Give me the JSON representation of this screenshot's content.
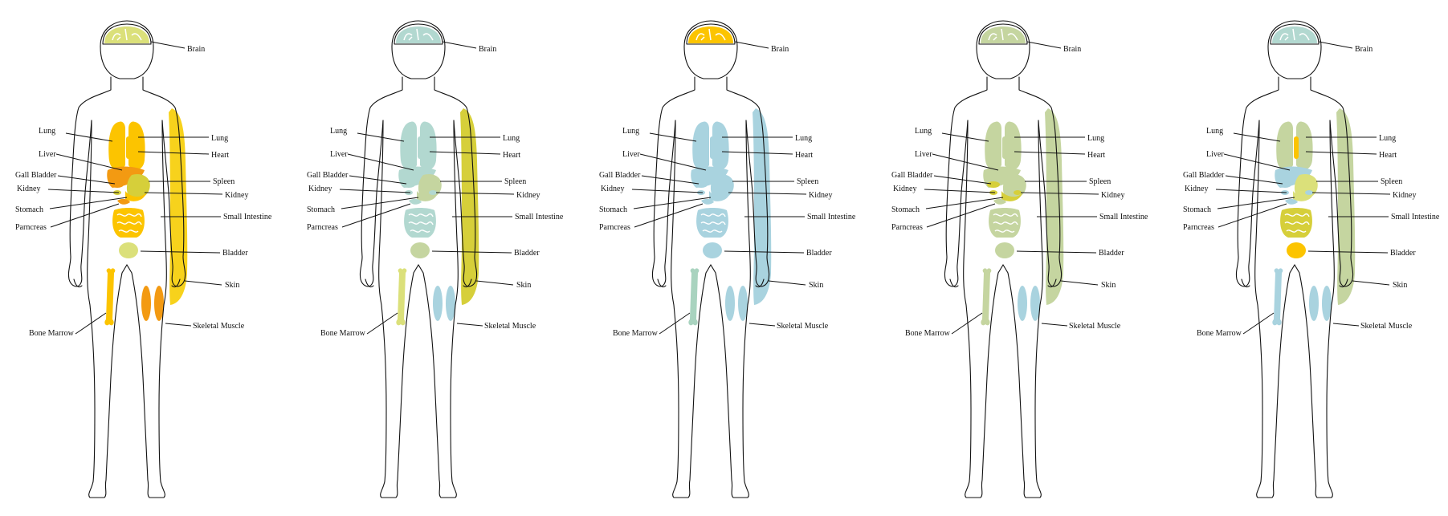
{
  "colors": {
    "orange": "#f39a12",
    "gold": "#fcc400",
    "yellow": "#f7d21c",
    "olive": "#d6cf3a",
    "lime": "#dbe07a",
    "green": "#c5d5a0",
    "sage": "#a9d3bf",
    "teal": "#b2d8d0",
    "blue": "#a9d3df",
    "outline": "#111111"
  },
  "figures": [
    {
      "labels": {
        "brain": "Brain",
        "lung_left": "Lung",
        "lung_right": "Lung",
        "heart": "Heart",
        "liver": "Liver",
        "gall_bladder": "Gall Bladder",
        "spleen": "Spleen",
        "kidney_left": "Kidney",
        "kidney_right": "Kidney",
        "stomach": "Stomach",
        "pancreas": "Parncreas",
        "small_intestine": "Small Intestine",
        "bladder": "Bladder",
        "skin": "Skin",
        "bone_marrow": "Bone Marrow",
        "skeletal_muscle": "Skeletal Muscle"
      },
      "organ_colors": {
        "brain": "lime",
        "lungs": "gold",
        "heart": "gold",
        "liver": "orange",
        "gall_bladder": "orange",
        "spleen": "olive",
        "kidney": "olive",
        "stomach": "gold",
        "pancreas": "orange",
        "intestine": "gold",
        "bladder": "lime",
        "skin": "yellow",
        "bone": "gold",
        "muscle": "orange"
      }
    },
    {
      "labels": {
        "brain": "Brain",
        "lung_left": "Lung",
        "lung_right": "Lung",
        "heart": "Heart",
        "liver": "Liver",
        "gall_bladder": "Gall Bladder",
        "spleen": "Spleen",
        "kidney_left": "Kidney",
        "kidney_right": "Kidney",
        "stomach": "Stomach",
        "pancreas": "Parncreas",
        "small_intestine": "Small Intestine",
        "bladder": "Bladder",
        "skin": "Skin",
        "bone_marrow": "Bone Marrow",
        "skeletal_muscle": "Skeletal Muscle"
      },
      "organ_colors": {
        "brain": "teal",
        "lungs": "teal",
        "heart": "teal",
        "liver": "teal",
        "gall_bladder": "teal",
        "spleen": "green",
        "kidney": "teal",
        "stomach": "green",
        "pancreas": "teal",
        "intestine": "teal",
        "bladder": "green",
        "skin": "olive",
        "bone": "lime",
        "muscle": "blue"
      }
    },
    {
      "labels": {
        "brain": "Brain",
        "lung_left": "Lung",
        "lung_right": "Lung",
        "heart": "Heart",
        "liver": "Liver",
        "gall_bladder": "Gall Bladder",
        "spleen": "Spleen",
        "kidney_left": "Kidney",
        "kidney_right": "Kidney",
        "stomach": "Stomach",
        "pancreas": "Parncreas",
        "small_intestine": "Small Intestine",
        "bladder": "Bladder",
        "skin": "Skin",
        "bone_marrow": "Bone Marrow",
        "skeletal_muscle": "Skeletal Muscle"
      },
      "organ_colors": {
        "brain": "gold",
        "lungs": "blue",
        "heart": "blue",
        "liver": "blue",
        "gall_bladder": "blue",
        "spleen": "blue",
        "kidney": "blue",
        "stomach": "blue",
        "pancreas": "blue",
        "intestine": "blue",
        "bladder": "blue",
        "skin": "blue",
        "bone": "sage",
        "muscle": "blue"
      }
    },
    {
      "labels": {
        "brain": "Brain",
        "lung_left": "Lung",
        "lung_right": "Lung",
        "heart": "Heart",
        "liver": "Liver",
        "gall_bladder": "Gall Bladder",
        "spleen": "Spleen",
        "kidney_left": "Kidney",
        "kidney_right": "Kidney",
        "stomach": "Stomach",
        "pancreas": "Parncreas",
        "small_intestine": "Small Intestine",
        "bladder": "Bladder",
        "skin": "Skin",
        "bone_marrow": "Bone Marrow",
        "skeletal_muscle": "Skeletal Muscle"
      },
      "organ_colors": {
        "brain": "green",
        "lungs": "green",
        "heart": "green",
        "liver": "green",
        "gall_bladder": "olive",
        "spleen": "green",
        "kidney": "olive",
        "stomach": "olive",
        "pancreas": "green",
        "intestine": "green",
        "bladder": "green",
        "skin": "green",
        "bone": "green",
        "muscle": "blue"
      }
    },
    {
      "labels": {
        "brain": "Brain",
        "lung_left": "Lung",
        "lung_right": "Lung",
        "heart": "Heart",
        "liver": "Liver",
        "gall_bladder": "Gall Bladder",
        "spleen": "Spleen",
        "kidney_left": "Kidney",
        "kidney_right": "Kidney",
        "stomach": "Stomach",
        "pancreas": "Parncreas",
        "small_intestine": "Small Intestine",
        "bladder": "Bladder",
        "skin": "Skin",
        "bone_marrow": "Bone Marrow",
        "skeletal_muscle": "Skeletal Muscle"
      },
      "organ_colors": {
        "brain": "teal",
        "lungs": "green",
        "heart": "gold",
        "liver": "blue",
        "gall_bladder": "blue",
        "spleen": "lime",
        "kidney": "blue",
        "stomach": "lime",
        "pancreas": "blue",
        "intestine": "olive",
        "bladder": "gold",
        "skin": "green",
        "bone": "blue",
        "muscle": "blue"
      }
    }
  ]
}
